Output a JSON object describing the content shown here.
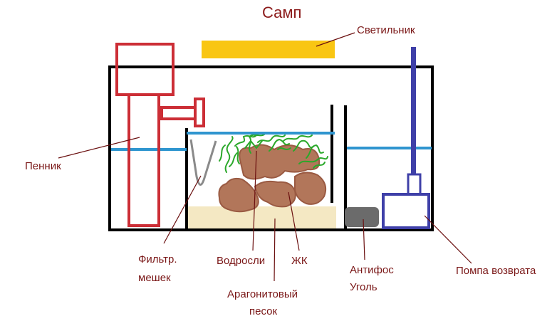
{
  "title": "Самп",
  "colors": {
    "title": "#8b1a1a",
    "label": "#7a1717",
    "leader": "#6b1010",
    "tank": "#000000",
    "skimmer": "#cc2e36",
    "water": "#2f95cf",
    "lamp": "#f9c613",
    "pump": "#3f40a8",
    "rock": "#b2765a",
    "rock_outline": "#9a5a42",
    "algae": "#2aa82a",
    "sand": "#f4e8c3",
    "bag": "#8a8a8a",
    "media": "#6b6b6b"
  },
  "labels": {
    "lamp": "Светильник",
    "skimmer": "Пенник",
    "filter_bag_1": "Фильтр.",
    "filter_bag_2": "мешек",
    "algae": "Водросли",
    "live_rock": "ЖК",
    "sand_1": "Арагонитовый",
    "sand_2": "песок",
    "media_1": "Антифос",
    "media_2": "Уголь",
    "return_pump": "Помпа возврата"
  }
}
